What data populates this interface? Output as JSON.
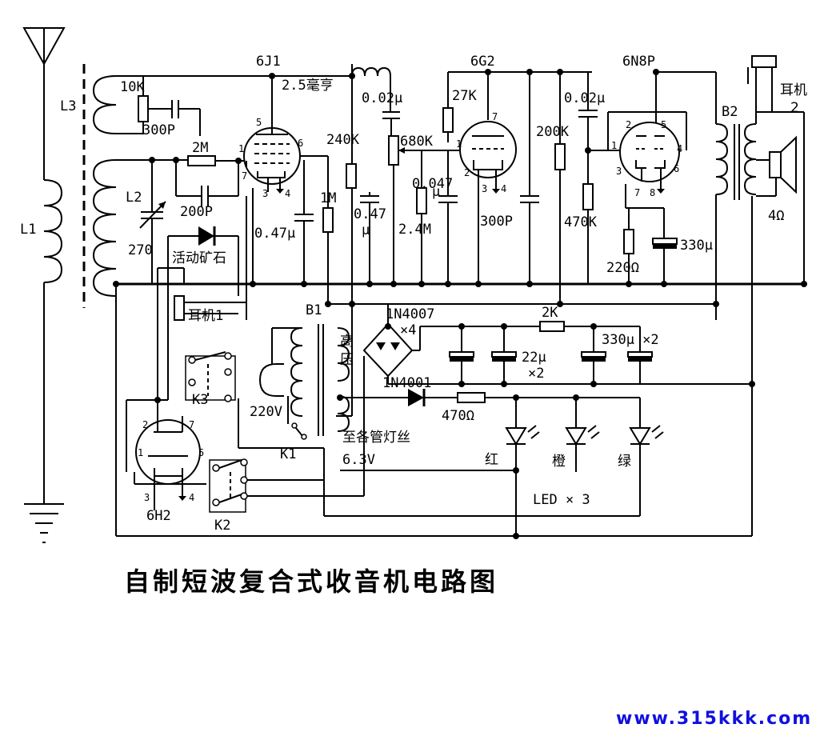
{
  "title": "自制短波复合式收音机电路图",
  "watermark": "www.315kkk.com",
  "tubes": {
    "v1": "6J1",
    "v2": "6G2",
    "v3": "6N8P",
    "v4": "6H2"
  },
  "inductors": {
    "l1": "L1",
    "l2": "L2",
    "l3": "L3"
  },
  "transformers": {
    "b1": "B1",
    "b2": "B2"
  },
  "switches": {
    "k1": "K1",
    "k2": "K2",
    "k3": "K3"
  },
  "components": {
    "r_10k": "10K",
    "c_300p": "300P",
    "r_2m": "2M",
    "c_200p": "200P",
    "c_270": "270",
    "coil_2_5": "2.5毫亨",
    "c_002_a": "0.02μ",
    "r_240k": "240K",
    "r_1m": "1M",
    "c_047_a": "0.47μ",
    "c_047_b": "0.47",
    "c_047_b_unit": "μ",
    "r_680k": "680K",
    "r_27k": "27K",
    "c_0047": "0.047",
    "c_0047_unit": "μ",
    "r_24m": "2.4M",
    "c_300p_b": "300P",
    "r_200k": "200K",
    "c_002_b": "0.02μ",
    "r_470k": "470K",
    "r_220": "220Ω",
    "c_330u": "330μ",
    "spk": "4Ω",
    "r_2k": "2K",
    "c_330x2": "330μ ×2",
    "c_22u": "22μ",
    "c_22u_x2": "×2",
    "r_470": "470Ω",
    "d_bridge": "1N4007",
    "d_bridge_x4": "×4",
    "d_1n4001": "1N4001",
    "mains": "220V",
    "filament": "至各管灯丝",
    "filament_v": "6.3V",
    "crystal": "活动矿石",
    "hv_1": "高",
    "hv_2": "压",
    "earphone1": "耳机1",
    "earphone2_a": "耳机",
    "earphone2_b": "2",
    "led_red": "红",
    "led_orange": "橙",
    "led_green": "绿",
    "led_count": "LED × 3"
  },
  "pins": {
    "v1": [
      "5",
      "1",
      "6",
      "7",
      "3",
      "4"
    ],
    "v2": [
      "7",
      "1",
      "2",
      "3",
      "4"
    ],
    "v3": [
      "2",
      "5",
      "1",
      "4",
      "3",
      "6",
      "7",
      "8"
    ],
    "v4": [
      "2",
      "7",
      "1",
      "5",
      "3",
      "4"
    ]
  }
}
